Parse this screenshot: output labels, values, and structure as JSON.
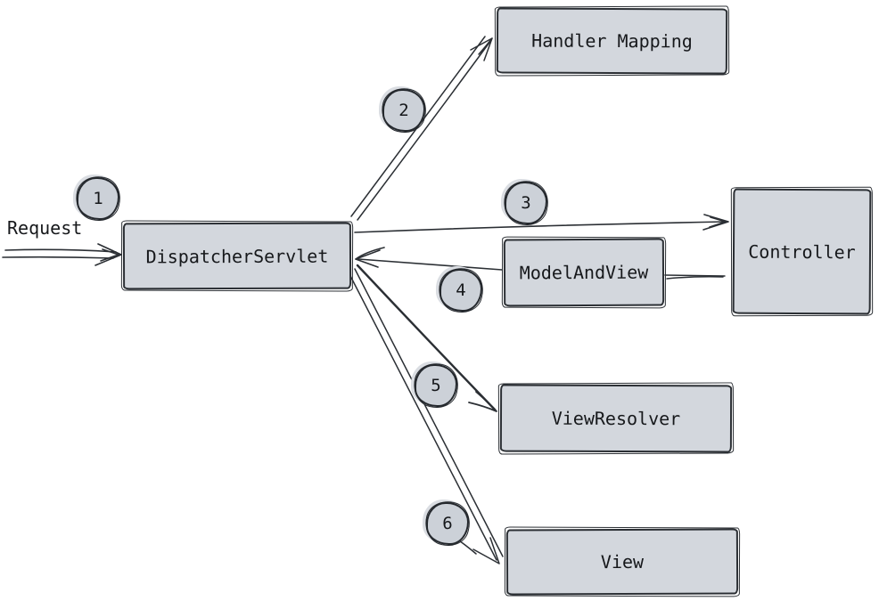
{
  "diagram": {
    "request_label": "Request",
    "nodes": {
      "dispatcher_servlet": {
        "label": "DispatcherServlet"
      },
      "handler_mapping": {
        "label": "Handler Mapping"
      },
      "controller": {
        "label": "Controller"
      },
      "model_and_view": {
        "label": "ModelAndView"
      },
      "view_resolver": {
        "label": "ViewResolver"
      },
      "view": {
        "label": "View"
      }
    },
    "steps": [
      "1",
      "2",
      "3",
      "4",
      "5",
      "6"
    ],
    "edges": [
      {
        "step": "1",
        "from": "Request",
        "to": "DispatcherServlet",
        "style": "double-line-arrow"
      },
      {
        "step": "2",
        "from": "DispatcherServlet",
        "to": "Handler Mapping",
        "style": "double-line-arrow"
      },
      {
        "step": "3",
        "from": "DispatcherServlet",
        "to": "Controller",
        "style": "single-line-arrow"
      },
      {
        "step": "4",
        "from": "Controller",
        "to": "DispatcherServlet",
        "via": "ModelAndView",
        "style": "single-line-arrow"
      },
      {
        "step": "5",
        "from": "DispatcherServlet",
        "to": "ViewResolver",
        "style": "single-line-arrow"
      },
      {
        "step": "6",
        "from": "DispatcherServlet",
        "to": "View",
        "style": "double-line-arrow"
      }
    ],
    "colors": {
      "node_fill": "#d3d7dd",
      "badge_fill": "#ccd1d8",
      "stroke": "#2b2f34",
      "text": "#16181b",
      "background": "#ffffff"
    }
  }
}
